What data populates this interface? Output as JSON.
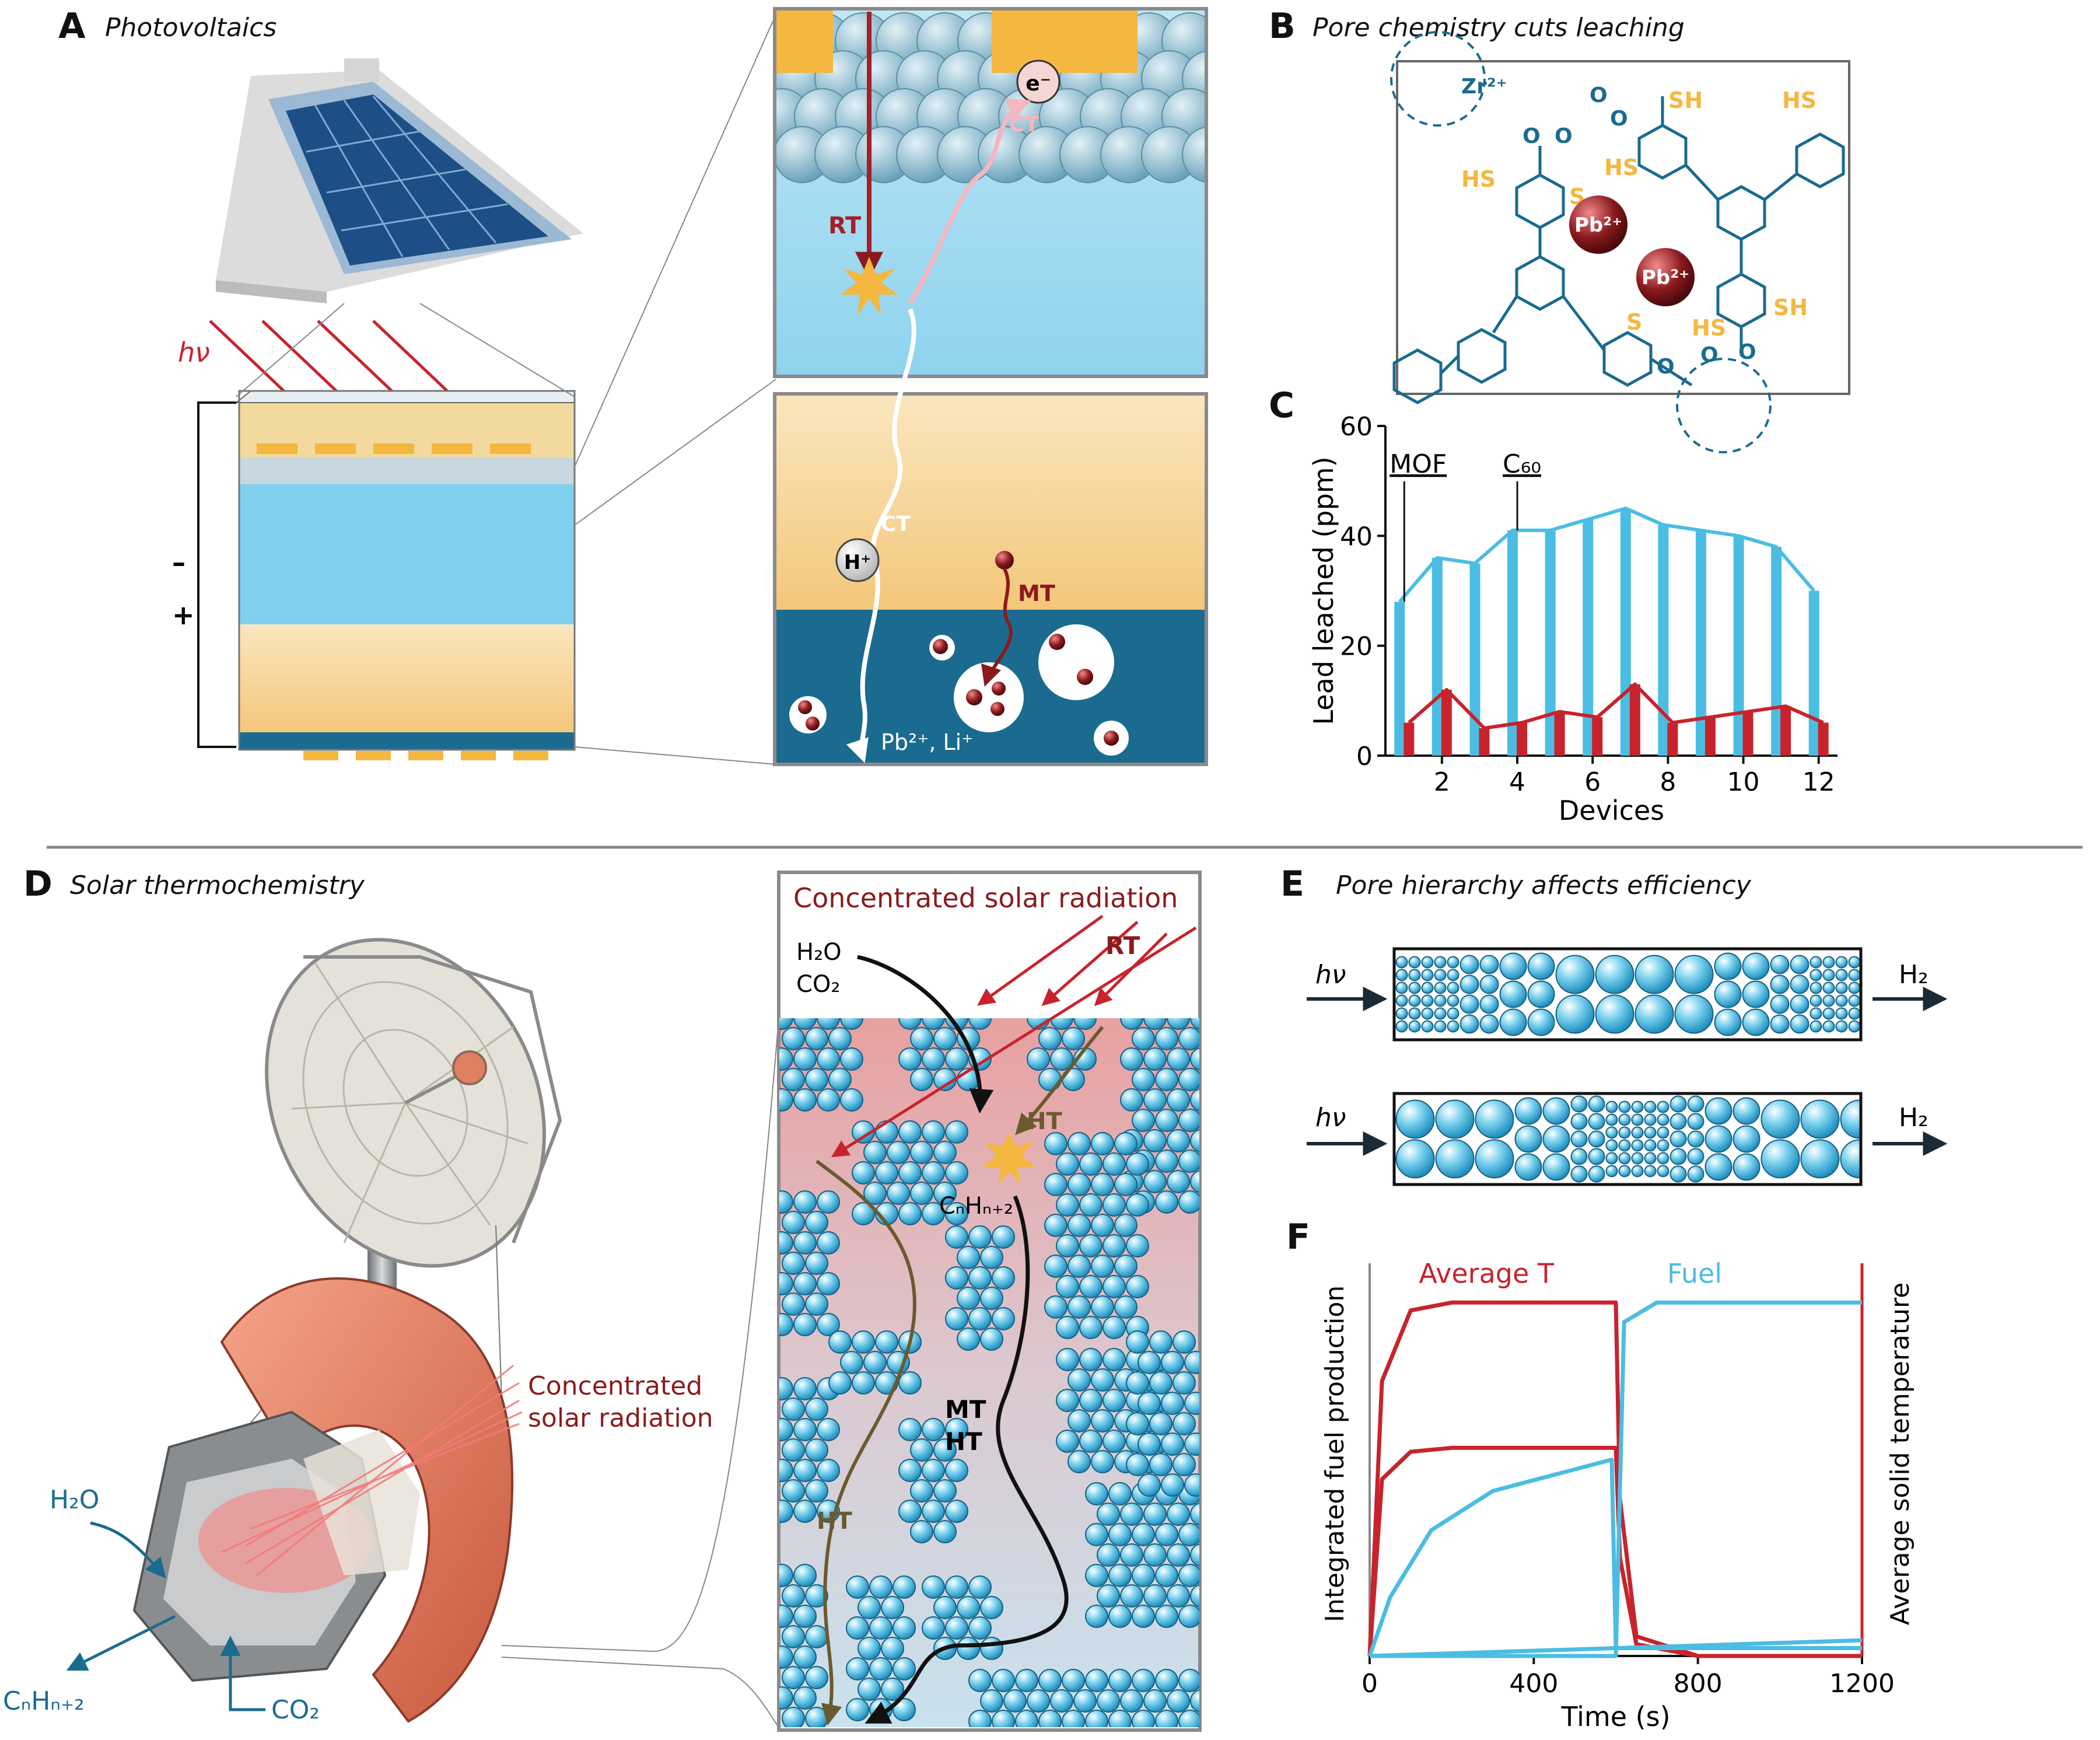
{
  "panels": {
    "a": {
      "letter": "A",
      "title": "Photovoltaics"
    },
    "b": {
      "letter": "B",
      "title": "Pore chemistry cuts leaching"
    },
    "c": {
      "letter": "C"
    },
    "d": {
      "letter": "D",
      "title": "Solar thermochemistry"
    },
    "e": {
      "letter": "E",
      "title": "Pore hierarchy affects efficiency"
    },
    "f": {
      "letter": "F"
    }
  },
  "panel_a": {
    "hv": "hν",
    "minus": "–",
    "plus": "+",
    "rt": "RT",
    "ct": "CT",
    "ct2": "CT",
    "electron": "e⁻",
    "proton": "H⁺",
    "mt": "MT",
    "ions": "Pb²⁺, Li⁺"
  },
  "panel_b": {
    "zr": "Zr²⁺",
    "pb1": "Pb²⁺",
    "pb2": "Pb²⁺",
    "sh1": "SH",
    "sh2": "SH",
    "hs1": "HS",
    "hs2": "HS",
    "hs3": "HS",
    "hs4": "HS",
    "s1": "S",
    "s2": "S",
    "o": "O"
  },
  "panel_d": {
    "csr_top": "Concentrated solar radiation",
    "csr_line1": "Concentrated",
    "csr_line2": "solar radiation",
    "h2o": "H₂O",
    "co2": "CO₂",
    "rt": "RT",
    "ht1": "HT",
    "ht2": "HT",
    "mt": "MT",
    "ht3": "HT",
    "product": "CₙHₙ₊₂",
    "in_h2o": "H₂O",
    "out_fuel": "CₙHₙ₊₂",
    "in_co2": "CO₂"
  },
  "panel_e": {
    "hv1": "hν",
    "hv2": "hν",
    "h2_1": "H₂",
    "h2_2": "H₂"
  },
  "colors": {
    "blue": "#4bbde3",
    "red": "#c8232c",
    "darkred": "#8b1a1e",
    "gold": "#f4b740",
    "teal": "#1a6b8f",
    "olive": "#6b5a2e"
  },
  "chart_data": [
    {
      "type": "bar",
      "panel": "C",
      "ylabel": "Lead leached (ppm)",
      "xlabel": "Devices",
      "ylim": [
        0,
        60
      ],
      "yticks": [
        0,
        20,
        40,
        60
      ],
      "xticks": [
        2,
        4,
        6,
        8,
        10,
        12
      ],
      "categories": [
        1,
        2,
        3,
        4,
        5,
        6,
        7,
        8,
        9,
        10,
        11,
        12
      ],
      "series": [
        {
          "color": "#4bbde3",
          "values": [
            28,
            36,
            35,
            41,
            41,
            43,
            45,
            42,
            41,
            40,
            38,
            30
          ]
        },
        {
          "color": "#c8232c",
          "values": [
            6,
            12,
            5,
            6,
            8,
            7,
            13,
            6,
            7,
            8,
            9,
            6
          ]
        }
      ],
      "annotations": [
        {
          "text": "MOF",
          "x": 1
        },
        {
          "text": "C₆₀",
          "x": 4
        }
      ]
    },
    {
      "type": "line",
      "panel": "F",
      "xlabel": "Time (s)",
      "ylabel_left": "Integrated fuel production",
      "ylabel_right": "Average solid temperature",
      "xlim": [
        0,
        1200
      ],
      "xticks": [
        0,
        400,
        800,
        1200
      ],
      "ylim": [
        0,
        1
      ],
      "series": [
        {
          "name": "Average T",
          "color": "#c8232c",
          "style": "high-temperature",
          "points": [
            [
              0,
              0
            ],
            [
              30,
              0.7
            ],
            [
              100,
              0.88
            ],
            [
              200,
              0.9
            ],
            [
              600,
              0.9
            ],
            [
              610,
              0.4
            ],
            [
              650,
              0.05
            ],
            [
              800,
              0.0
            ],
            [
              1200,
              0.0
            ]
          ]
        },
        {
          "color": "#c8232c",
          "style": "low-temperature",
          "points": [
            [
              0,
              0
            ],
            [
              30,
              0.45
            ],
            [
              100,
              0.52
            ],
            [
              200,
              0.53
            ],
            [
              600,
              0.53
            ],
            [
              610,
              0.25
            ],
            [
              650,
              0.03
            ],
            [
              800,
              0.0
            ],
            [
              1200,
              0.0
            ]
          ]
        },
        {
          "name": "Fuel",
          "color": "#4bbde3",
          "style": "high-fuel",
          "points": [
            [
              0,
              0
            ],
            [
              600,
              0.0
            ],
            [
              620,
              0.85
            ],
            [
              700,
              0.9
            ],
            [
              1200,
              0.9
            ]
          ]
        },
        {
          "color": "#4bbde3",
          "style": "low-fuel",
          "points": [
            [
              0,
              0
            ],
            [
              50,
              0.15
            ],
            [
              150,
              0.32
            ],
            [
              300,
              0.42
            ],
            [
              590,
              0.5
            ],
            [
              600,
              0.02
            ],
            [
              1200,
              0.02
            ]
          ]
        },
        {
          "color": "#4bbde3",
          "style": "baseline",
          "points": [
            [
              0,
              0
            ],
            [
              1200,
              0.04
            ]
          ]
        }
      ]
    }
  ]
}
